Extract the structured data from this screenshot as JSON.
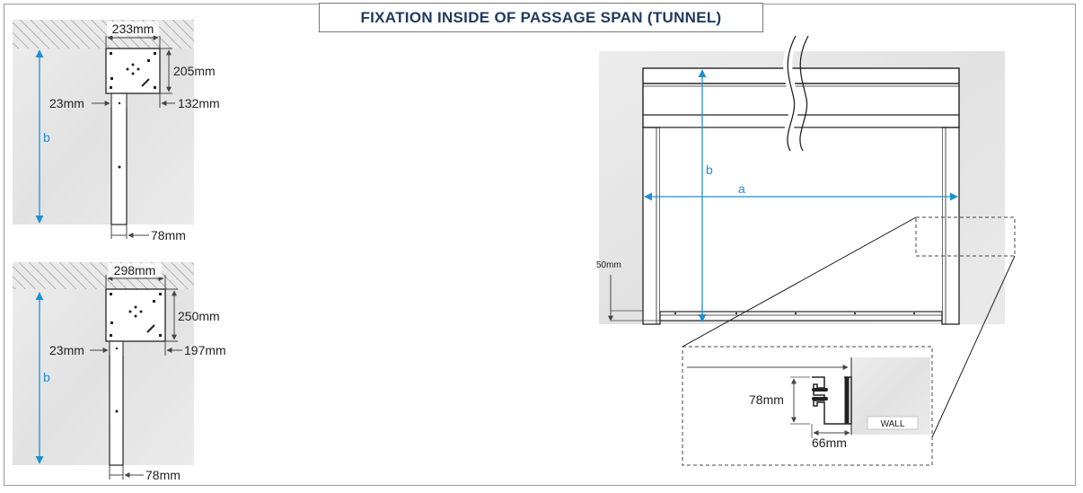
{
  "title": "FIXATION INSIDE OF PASSAGE SPAN (TUNNEL)",
  "colors": {
    "title": "#1f3a5f",
    "dimension_blue": "#1f8fd0",
    "wall": "#e6e6e6",
    "line": "#222222"
  },
  "detail_top": {
    "width_label": "233mm",
    "height_label": "205mm",
    "left_offset_label": "23mm",
    "right_offset_label": "132mm",
    "b_label": "b",
    "post_label": "78mm"
  },
  "detail_bottom": {
    "width_label": "298mm",
    "height_label": "250mm",
    "left_offset_label": "23mm",
    "right_offset_label": "197mm",
    "b_label": "b",
    "post_label": "78mm"
  },
  "main_view": {
    "a_label": "a",
    "b_label": "b",
    "gap_label": "50mm"
  },
  "zoom_detail": {
    "height_label": "78mm",
    "width_label": "66mm",
    "wall_label": "WALL"
  }
}
